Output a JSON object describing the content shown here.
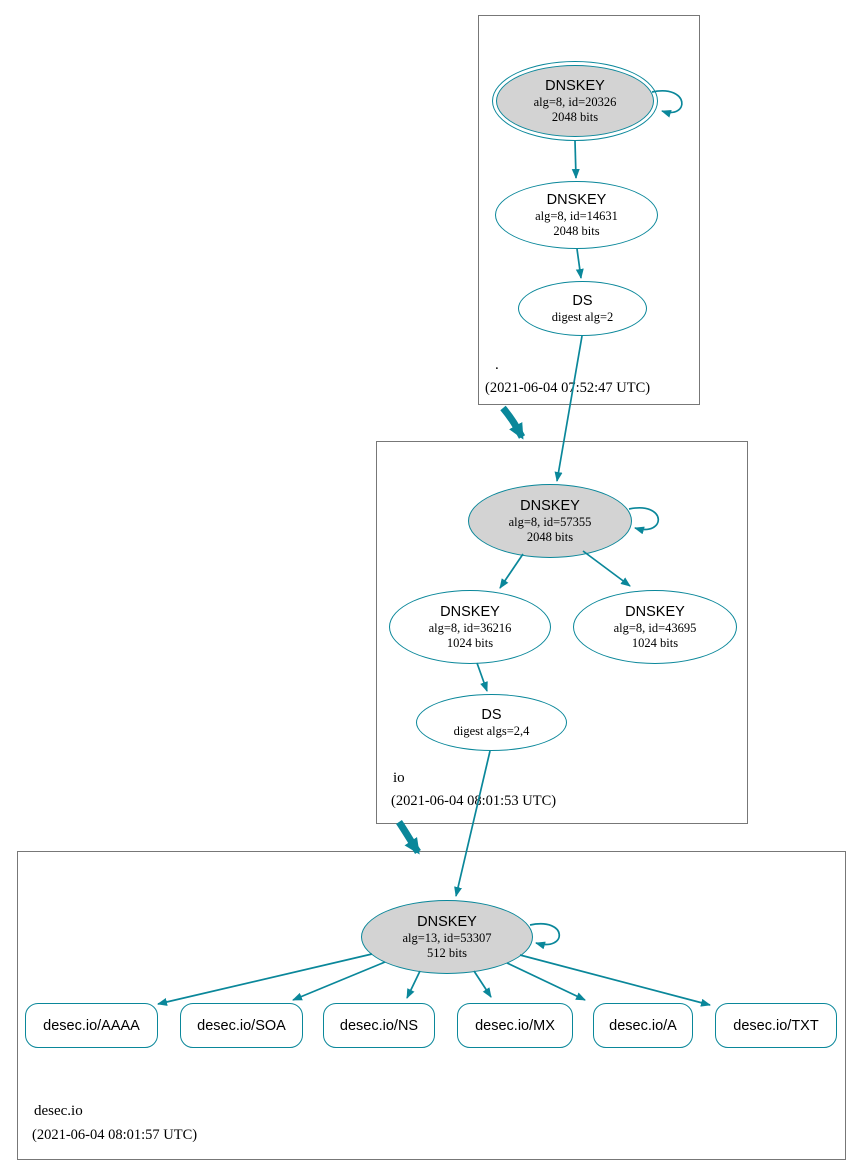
{
  "zones": [
    {
      "name": ".",
      "timestamp": "(2021-06-04 07:52:47 UTC)",
      "nodes": {
        "ksk": {
          "title": "DNSKEY",
          "detail": "alg=8, id=20326",
          "bits": "2048 bits"
        },
        "zsk": {
          "title": "DNSKEY",
          "detail": "alg=8, id=14631",
          "bits": "2048 bits"
        },
        "ds": {
          "title": "DS",
          "detail": "digest alg=2"
        }
      }
    },
    {
      "name": "io",
      "timestamp": "(2021-06-04 08:01:53 UTC)",
      "nodes": {
        "ksk": {
          "title": "DNSKEY",
          "detail": "alg=8, id=57355",
          "bits": "2048 bits"
        },
        "zsk1": {
          "title": "DNSKEY",
          "detail": "alg=8, id=36216",
          "bits": "1024 bits"
        },
        "zsk2": {
          "title": "DNSKEY",
          "detail": "alg=8, id=43695",
          "bits": "1024 bits"
        },
        "ds": {
          "title": "DS",
          "detail": "digest algs=2,4"
        }
      }
    },
    {
      "name": "desec.io",
      "timestamp": "(2021-06-04 08:01:57 UTC)",
      "nodes": {
        "ksk": {
          "title": "DNSKEY",
          "detail": "alg=13, id=53307",
          "bits": "512 bits"
        }
      },
      "rrsets": [
        {
          "label": "desec.io/AAAA"
        },
        {
          "label": "desec.io/SOA"
        },
        {
          "label": "desec.io/NS"
        },
        {
          "label": "desec.io/MX"
        },
        {
          "label": "desec.io/A"
        },
        {
          "label": "desec.io/TXT"
        }
      ]
    }
  ],
  "colors": {
    "secure": "#0a879a",
    "key_fill": "#d3d3d3",
    "zone_border": "#777777"
  }
}
